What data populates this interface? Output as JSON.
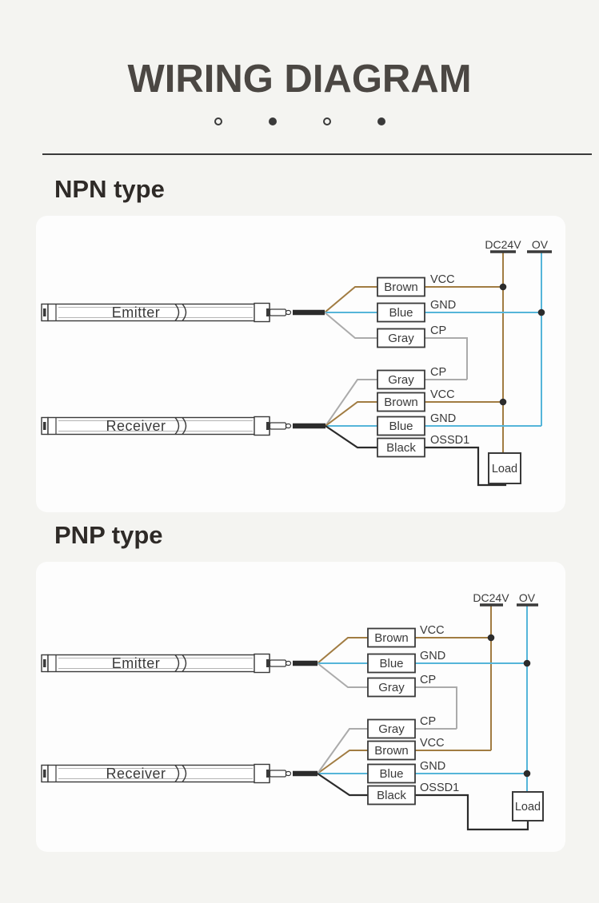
{
  "page": {
    "title": "WIRING DIAGRAM",
    "background": "#F4F4F1"
  },
  "colors": {
    "wire_brown": "#A17C42",
    "wire_blue": "#55B5D9",
    "wire_gray": "#ABABAB",
    "wire_black": "#2B2B2B",
    "diagram_stroke": "#3A3A3A",
    "card_bg": "#FDFDFD",
    "heading_text": "#2E2A27",
    "title_text": "#4B4743"
  },
  "pager_dots": [
    "hollow",
    "filled",
    "hollow",
    "filled"
  ],
  "sections": {
    "npn": {
      "heading": "NPN type",
      "power_rails": {
        "positive": "DC24V",
        "zero": "OV"
      },
      "emitter": {
        "label": "Emitter"
      },
      "receiver": {
        "label": "Receiver"
      },
      "load": {
        "label": "Load"
      },
      "emitter_wires": [
        {
          "wire": "Brown",
          "signal": "VCC"
        },
        {
          "wire": "Blue",
          "signal": "GND"
        },
        {
          "wire": "Gray",
          "signal": "CP"
        }
      ],
      "receiver_wires": [
        {
          "wire": "Gray",
          "signal": "CP"
        },
        {
          "wire": "Brown",
          "signal": "VCC"
        },
        {
          "wire": "Blue",
          "signal": "GND"
        },
        {
          "wire": "Black",
          "signal": "OSSD1"
        }
      ]
    },
    "pnp": {
      "heading": "PNP type",
      "power_rails": {
        "positive": "DC24V",
        "zero": "OV"
      },
      "emitter": {
        "label": "Emitter"
      },
      "receiver": {
        "label": "Receiver"
      },
      "load": {
        "label": "Load"
      },
      "emitter_wires": [
        {
          "wire": "Brown",
          "signal": "VCC"
        },
        {
          "wire": "Blue",
          "signal": "GND"
        },
        {
          "wire": "Gray",
          "signal": "CP"
        }
      ],
      "receiver_wires": [
        {
          "wire": "Gray",
          "signal": "CP"
        },
        {
          "wire": "Brown",
          "signal": "VCC"
        },
        {
          "wire": "Blue",
          "signal": "GND"
        },
        {
          "wire": "Black",
          "signal": "OSSD1"
        }
      ]
    }
  }
}
